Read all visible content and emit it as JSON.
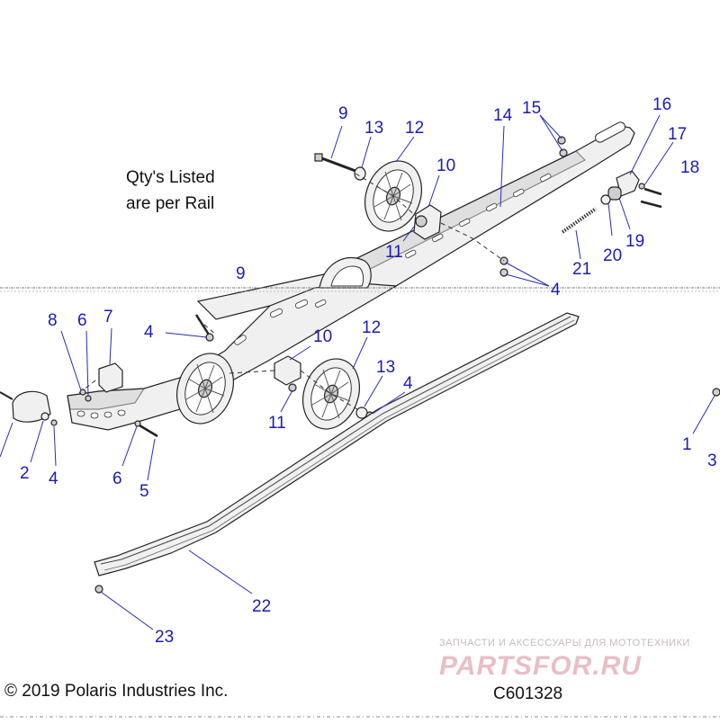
{
  "note": {
    "line1": "Qty's Listed",
    "line2": "are per Rail"
  },
  "copyright": "© 2019 Polaris Industries Inc.",
  "figure_code": "C601328",
  "watermark": {
    "tagline": "ЗАПЧАСТИ И АКСЕССУАРЫ ДЛЯ МОТОТЕХНИКИ",
    "brand": "PARTSFOR.RU",
    "brand_color": "#e8bfc6"
  },
  "callouts": [
    "9",
    "13",
    "12",
    "14",
    "15",
    "16",
    "17",
    "18",
    "10",
    "11",
    "19",
    "20",
    "21",
    "4",
    "9",
    "8",
    "6",
    "7",
    "4",
    "10",
    "12",
    "13",
    "4",
    "11",
    "2",
    "4",
    "6",
    "5",
    "1",
    "3",
    "22",
    "23"
  ],
  "callout_color": "#1b1bb8"
}
